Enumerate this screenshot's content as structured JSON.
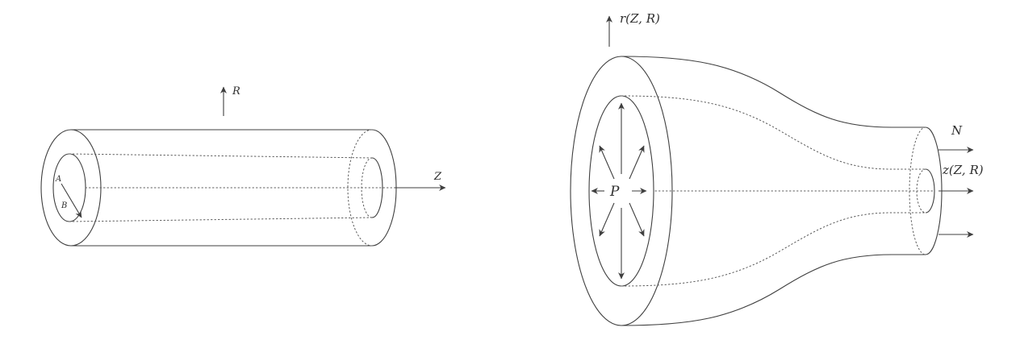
{
  "colors": {
    "stroke": "#3f3f3f",
    "background": "#ffffff",
    "text": "#2e2e2e"
  },
  "left_figure": {
    "description": "undeformed cylindrical tube reference configuration",
    "r_axis_label": "R",
    "z_axis_label": "Z",
    "inner_radius_point_label": "A",
    "outer_radius_point_label": "B"
  },
  "right_figure": {
    "description": "deformed inflated tube configuration",
    "r_axis_label": "r(Z, R)",
    "pressure_label": "P",
    "axial_force_label": "N",
    "z_axis_label": "z(Z, R)"
  }
}
